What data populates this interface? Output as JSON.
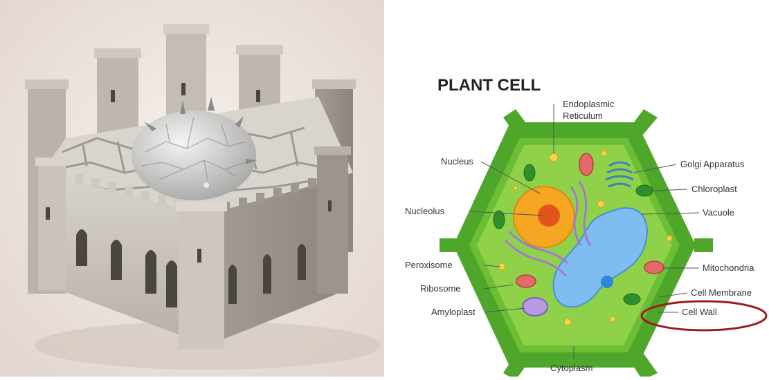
{
  "castle_image": {
    "description_icon": "castle-with-cell-illustration"
  },
  "diagram": {
    "title": "PLANT CELL",
    "labels": {
      "er_line1": "Endoplasmic",
      "er_line2": "Reticulum",
      "nucleus": "Nucleus",
      "nucleolus": "Nucleolus",
      "peroxisome": "Peroxisome",
      "ribosome": "Ribosome",
      "amyloplast": "Amyloplast",
      "golgi": "Golgi Apparatus",
      "chloroplast": "Chloroplast",
      "vacuole": "Vacuole",
      "mitochondria": "Mitochondria",
      "cell_membrane": "Cell Membrane",
      "cell_wall": "Cell Wall",
      "cytoplasm": "Cytoplasm"
    },
    "colors": {
      "cell_wall": "#5bb12f",
      "cytoplasm": "#8fd24a",
      "nucleus": "#f5a623",
      "nucleolus": "#e2541c",
      "vacuole": "#7fbcf0",
      "highlight": "#9b1c1c"
    }
  }
}
